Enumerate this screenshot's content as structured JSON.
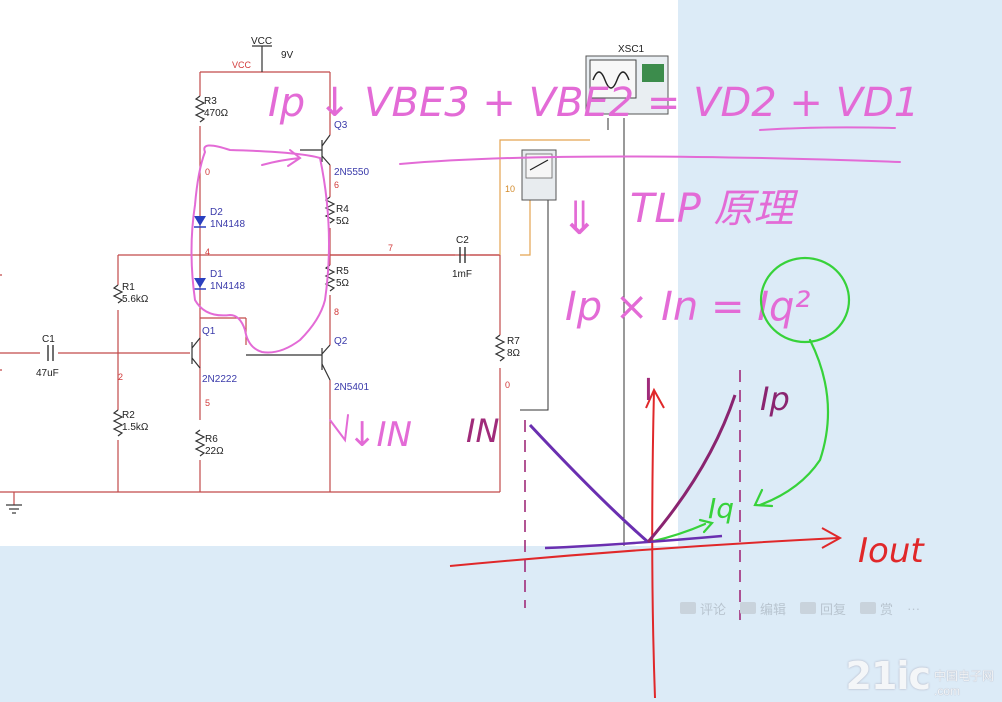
{
  "schematic": {
    "vcc_label": "VCC",
    "vcc_value": "9V",
    "vcc_rail": "VCC",
    "components": {
      "r3": {
        "ref": "R3",
        "value": "470Ω"
      },
      "q3": {
        "ref": "Q3",
        "part": "2N5550"
      },
      "d2": {
        "ref": "D2",
        "part": "1N4148"
      },
      "d1": {
        "ref": "D1",
        "part": "1N4148"
      },
      "r4": {
        "ref": "R4",
        "value": "5Ω"
      },
      "r5": {
        "ref": "R5",
        "value": "5Ω"
      },
      "r1": {
        "ref": "R1",
        "value": "5.6kΩ"
      },
      "r2": {
        "ref": "R2",
        "value": "1.5kΩ"
      },
      "r6": {
        "ref": "R6",
        "value": "22Ω"
      },
      "r7": {
        "ref": "R7",
        "value": "8Ω"
      },
      "c1": {
        "ref": "C1",
        "value": "47uF"
      },
      "c2": {
        "ref": "C2",
        "value": "1mF"
      },
      "q1": {
        "ref": "Q1",
        "part": "2N2222"
      },
      "q2": {
        "ref": "Q2",
        "part": "2N5401"
      },
      "xsc1": {
        "ref": "XSC1"
      }
    },
    "nodes": [
      "0",
      "6",
      "4",
      "7",
      "2",
      "5",
      "8",
      "0",
      "10"
    ]
  },
  "annotations": {
    "equation_top": "Ip ↓ VBE3 + VBE2 = VD2 + VD1",
    "tlp": "TLP 原理",
    "product": "Ip × In = Iq²",
    "in_arrow": "↓IN",
    "arrow_down": "⇓"
  },
  "graph": {
    "y_label": "I",
    "x_label": "Iout",
    "in_label": "IN",
    "ip_label": "Ip",
    "iq_label": "Iq"
  },
  "toolbar": {
    "comment": "评论",
    "edit": "编辑",
    "reply": "回复",
    "reward": "赏",
    "more": "···"
  },
  "watermark": {
    "logo": "21ic",
    "cn": "中国电子网",
    "url": ".com"
  },
  "colors": {
    "wire": "#c24a4a",
    "part": "#3a3aaa",
    "pink_ink": "#e36bd6",
    "green_ink": "#37d23a",
    "red_ink": "#e0282a",
    "purple_ink": "#6a2fb0"
  }
}
